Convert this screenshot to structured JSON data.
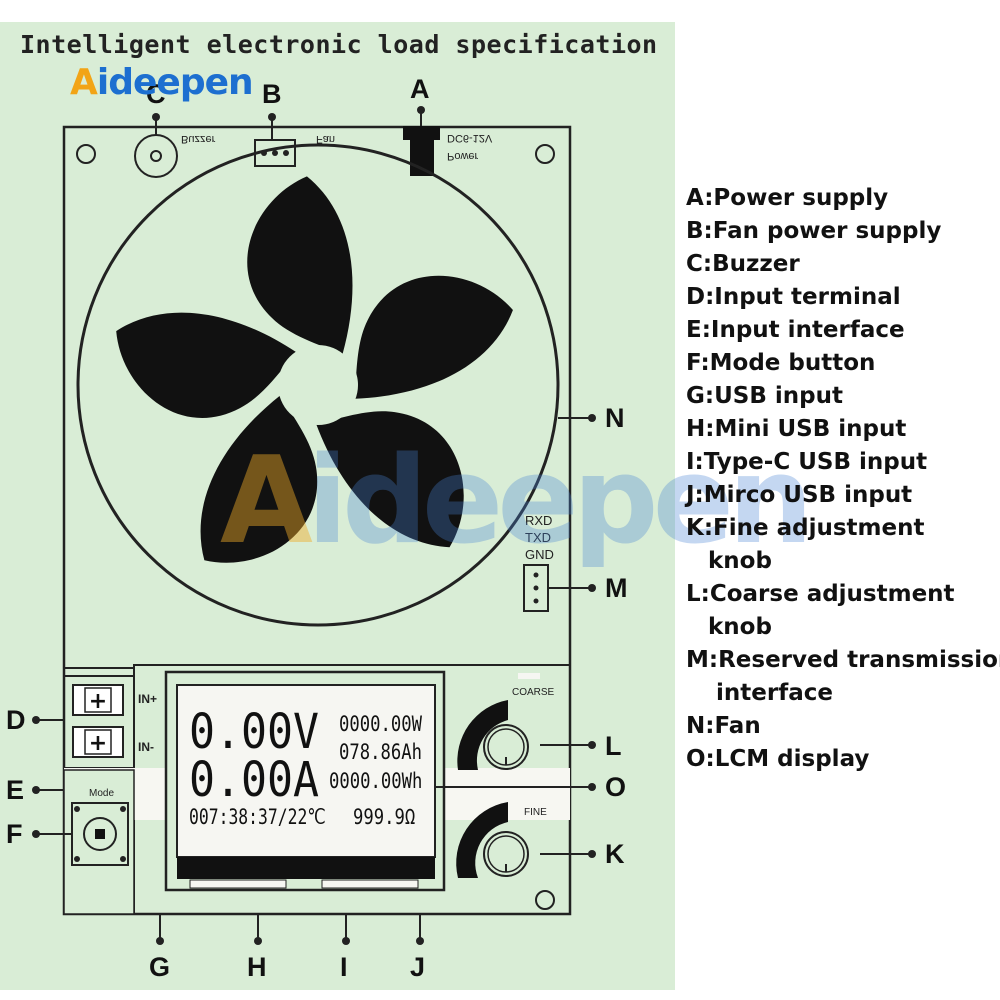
{
  "title": "Intelligent electronic load specification",
  "logo": {
    "first": "A",
    "rest": "ideepen"
  },
  "watermark": {
    "first": "A",
    "rest": "ideepen"
  },
  "board": {
    "buzzer_label": "Buzzer",
    "fan_label": "Fan",
    "power_label_1": "Power",
    "power_label_2": "DC6-12V",
    "in_plus": "IN+",
    "in_minus": "IN-",
    "mode_label": "Mode",
    "coarse_label": "COARSE",
    "fine_label": "FINE",
    "uart_rxd": "RXD",
    "uart_txd": "TXD",
    "uart_gnd": "GND"
  },
  "lcd": {
    "voltage": "0.00V",
    "current": "0.00A",
    "power": "0000.00W",
    "capacity": "078.86Ah",
    "energy": "0000.00Wh",
    "time_temp": "007:38:37/22℃",
    "resistance": "999.9Ω"
  },
  "callouts": {
    "A": "A",
    "B": "B",
    "C": "C",
    "D": "D",
    "E": "E",
    "F": "F",
    "G": "G",
    "H": "H",
    "I": "I",
    "J": "J",
    "K": "K",
    "L": "L",
    "M": "M",
    "N": "N",
    "O": "O"
  },
  "legend": {
    "A": "A:Power supply",
    "B": "B:Fan power supply",
    "C": "C:Buzzer",
    "D": "D:Input terminal",
    "E": "E:Input interface",
    "F": "F:Mode button",
    "G": "G:USB input",
    "H": "H:Mini USB input",
    "I": "I:Type-C USB input",
    "J": "J:Mirco USB input",
    "K_1": "K:Fine adjustment",
    "K_2": "knob",
    "L_1": "L:Coarse adjustment",
    "L_2": "knob",
    "M_1": "M:Reserved transmission",
    "M_2": "interface",
    "N": "N:Fan",
    "O": "O:LCM display"
  },
  "colors": {
    "panel_bg": "#d9edd6",
    "outline": "#222222",
    "lcd_bg": "#f6f6f2",
    "logo_blue": "#1d6fd0",
    "logo_orange": "#f2a416"
  }
}
